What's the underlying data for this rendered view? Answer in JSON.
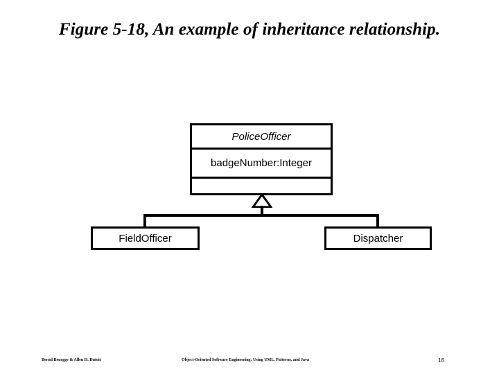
{
  "slide": {
    "title": "Figure 5-18, An example of inheritance relationship.",
    "background_color": "#ffffff",
    "line_color": "#000000"
  },
  "diagram": {
    "type": "uml-class-diagram",
    "relationship": "generalization",
    "superclass": {
      "name": "PoliceOfficer",
      "name_style": "italic",
      "attributes": [
        "badgeNumber:Integer"
      ],
      "operations": []
    },
    "subclasses": [
      {
        "name": "FieldOfficer"
      },
      {
        "name": "Dispatcher"
      }
    ]
  },
  "footer": {
    "author": "Bernd Bruegge & Allen H. Dutoit",
    "book": "Object-Oriented Software Engineering: Using UML, Patterns, and Java",
    "page": "16"
  }
}
